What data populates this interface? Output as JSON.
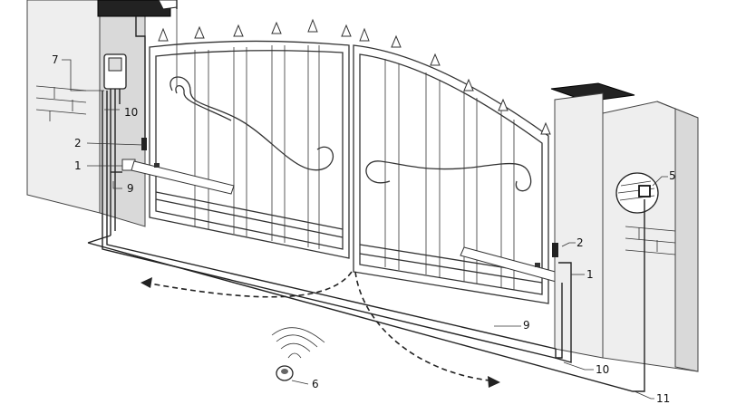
{
  "callouts": {
    "c1_left": "1",
    "c1_right": "1",
    "c2_left": "2",
    "c2_right": "2",
    "c5": "5",
    "c6": "6",
    "c7": "7",
    "c9_left": "9",
    "c9_bottom": "9",
    "c10_left": "10",
    "c10_bottom": "10",
    "c11": "11"
  }
}
